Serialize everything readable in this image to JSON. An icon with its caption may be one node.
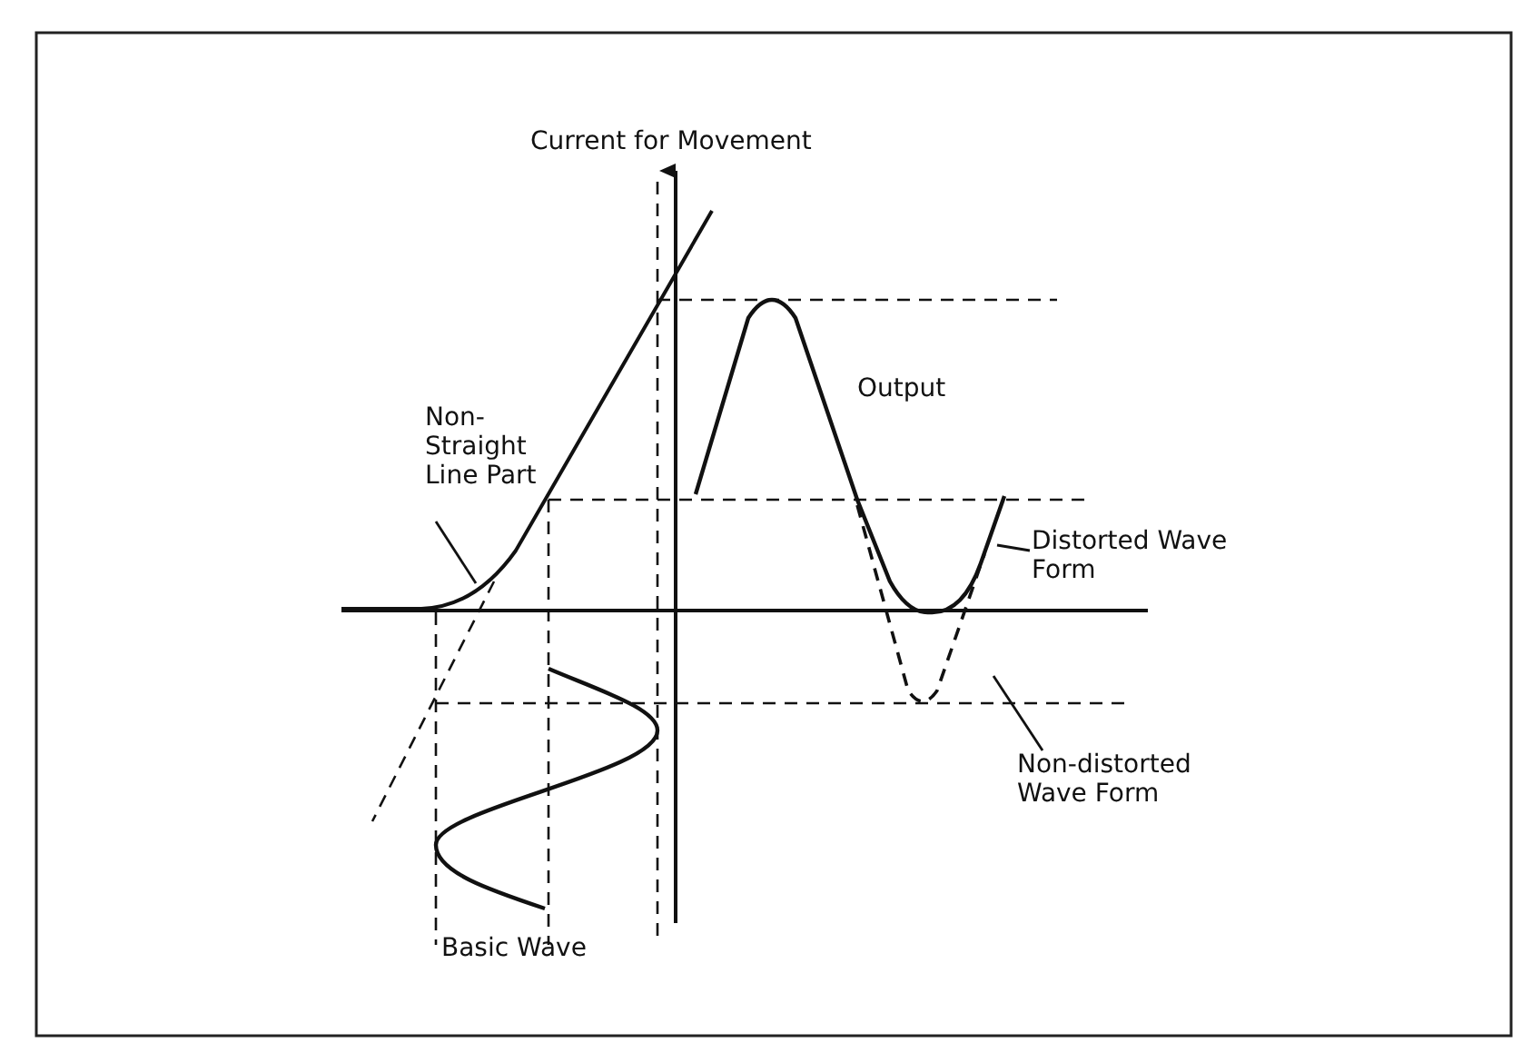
{
  "diagram": {
    "nodes": [
      {
        "text": [
          "Non- Straight Line Part"
        ]
      },
      {
        "text": [
          "Distorted Wave Form"
        ]
      },
      {
        "text": [
          "Non-distorted Wave Form"
        ]
      }
    ],
    "edges": [
      {
        "from": 0,
        "to": null,
        "arrow": "none"
      },
      {
        "from": 1,
        "to": null,
        "arrow": "none"
      },
      {
        "from": 2,
        "to": null,
        "arrow": "none"
      }
    ],
    "labels": [
      "Current for Movement",
      "Output",
      "Basic Wave"
    ]
  }
}
